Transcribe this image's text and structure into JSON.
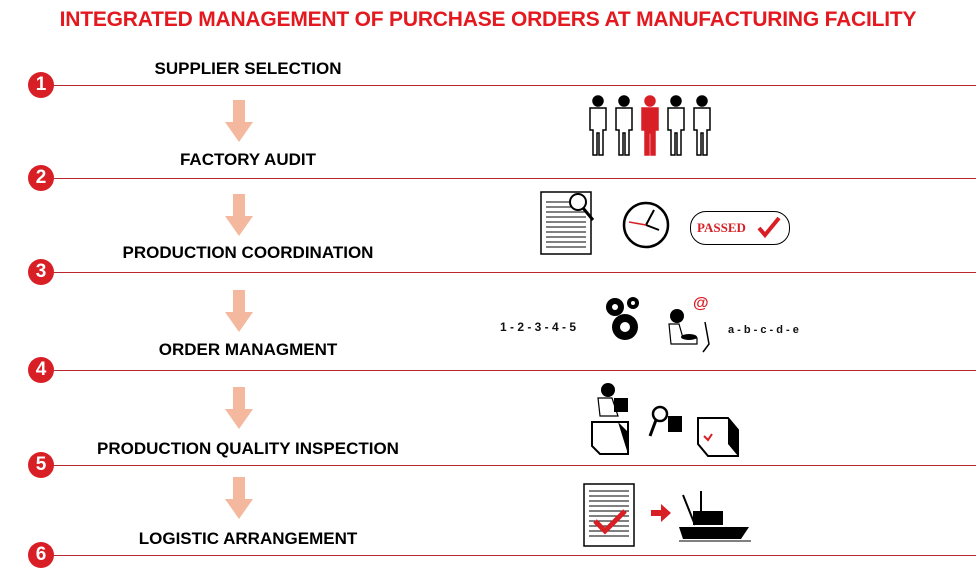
{
  "title": "INTEGRATED MANAGEMENT OF PURCHASE ORDERS AT MANUFACTURING FACILITY",
  "steps": [
    {
      "number": "1",
      "label": "SUPPLIER SELECTION"
    },
    {
      "number": "2",
      "label": "FACTORY AUDIT"
    },
    {
      "number": "3",
      "label": "PRODUCTION COORDINATION"
    },
    {
      "number": "4",
      "label": "ORDER MANAGMENT"
    },
    {
      "number": "5",
      "label": "PRODUCTION QUALITY INSPECTION"
    },
    {
      "number": "6",
      "label": "LOGISTIC ARRANGEMENT"
    }
  ],
  "icons": {
    "passed_stamp": "PASSED",
    "number_sequence": "1 - 2 - 3 - 4 - 5",
    "letter_sequence": "a - b - c - d - e",
    "email_symbol": "@"
  },
  "colors": {
    "accent": "#d81f26",
    "arrow": "#f4b89e",
    "line": "#b8282e"
  }
}
